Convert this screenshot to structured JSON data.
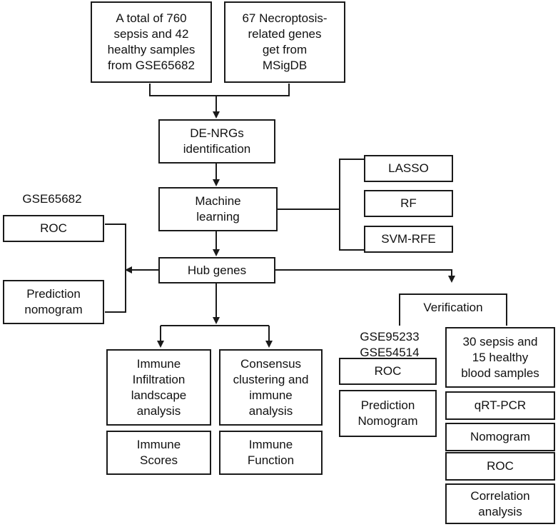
{
  "nodes": {
    "source_samples": "A total of 760\nsepsis and 42\nhealthy samples\nfrom GSE65682",
    "source_genes": "67 Necroptosis-\nrelated genes\nget from\nMSigDB",
    "de_nrgs": "DE-NRGs\nidentification",
    "machine_learning": "Machine\nlearning",
    "lasso": "LASSO",
    "rf": "RF",
    "svm_rfe": "SVM-RFE",
    "hub_genes": "Hub genes",
    "roc_left": "ROC",
    "prediction_nomogram_left": "Prediction\nnomogram",
    "immune_infiltration": "Immune\nInfiltration\nlandscape\nanalysis",
    "immune_scores": "Immune\nScores",
    "consensus_clustering": "Consensus\nclustering and\nimmune\nanalysis",
    "immune_function": "Immune\nFunction",
    "verification": "Verification",
    "roc_mid": "ROC",
    "prediction_nomogram_mid": "Prediction\nNomogram",
    "blood_samples": "30 sepsis and\n15 healthy\nblood samples",
    "qrt_pcr": "qRT-PCR",
    "nomogram": "Nomogram",
    "roc_right": "ROC",
    "correlation": "Correlation\nanalysis"
  },
  "labels": {
    "gse65682": "GSE65682",
    "gse95233_gse54514": "GSE95233\nGSE54514"
  }
}
